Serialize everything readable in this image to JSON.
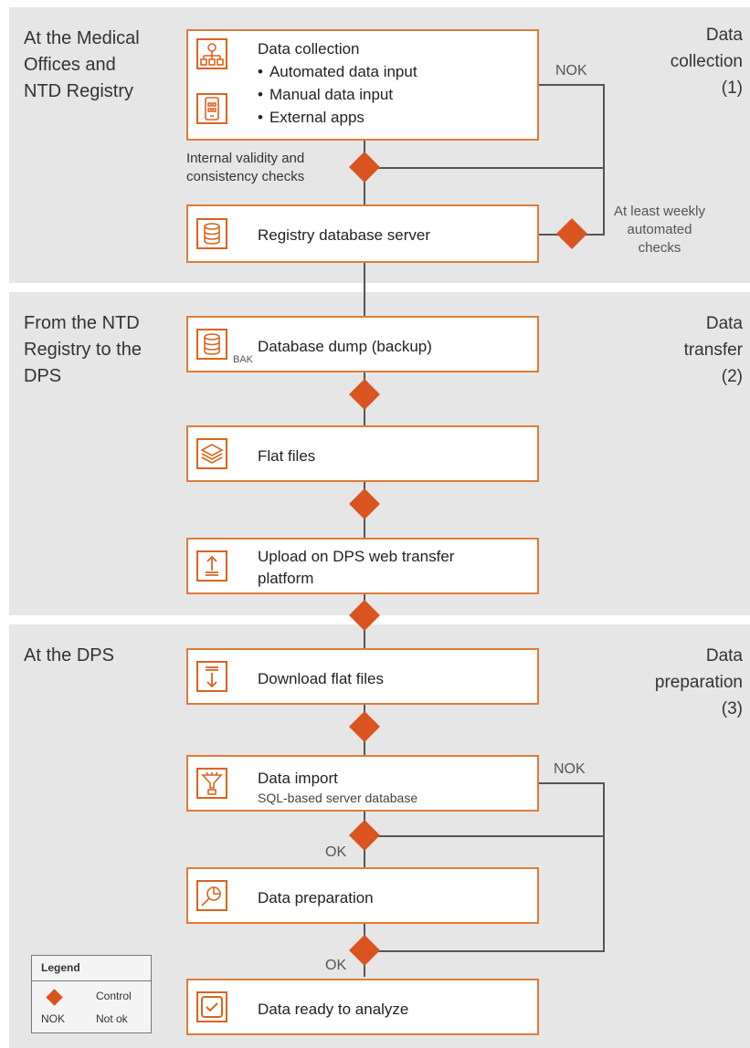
{
  "bands": [
    {
      "label": "At the Medical\nOffices and\nNTD Registry",
      "phase": "Data\ncollection\n(1)"
    },
    {
      "label": "From the NTD\nRegistry to the\nDPS",
      "phase": "Data\ntransfer\n(2)"
    },
    {
      "label": "At the DPS",
      "phase": "Data\npreparation\n(3)"
    }
  ],
  "boxes": {
    "data_collection": {
      "title": "Data collection",
      "bullets": [
        "Automated data input",
        "Manual data input",
        "External apps"
      ]
    },
    "registry_db": {
      "title": "Registry database server"
    },
    "db_dump": {
      "title": "Database dump (backup)",
      "icon_tag": "BAK"
    },
    "flat_files": {
      "title": "Flat files"
    },
    "upload": {
      "title": "Upload on DPS web transfer platform"
    },
    "download": {
      "title": "Download flat files"
    },
    "data_import": {
      "title": "Data import",
      "subtitle": "SQL-based server database"
    },
    "data_preparation": {
      "title": "Data preparation"
    },
    "data_ready": {
      "title": "Data ready to analyze"
    }
  },
  "annotations": {
    "internal_checks": "Internal validity and consistency checks",
    "weekly_checks": "At least weekly automated checks",
    "nok_top": "NOK",
    "nok_bottom": "NOK",
    "ok_1": "OK",
    "ok_2": "OK"
  },
  "legend": {
    "title": "Legend",
    "control_label": "Control",
    "nok_abbr": "NOK",
    "nok_label": "Not ok"
  },
  "colors": {
    "accent": "#d9541e",
    "band": "#e6e6e6",
    "line": "#555555"
  }
}
